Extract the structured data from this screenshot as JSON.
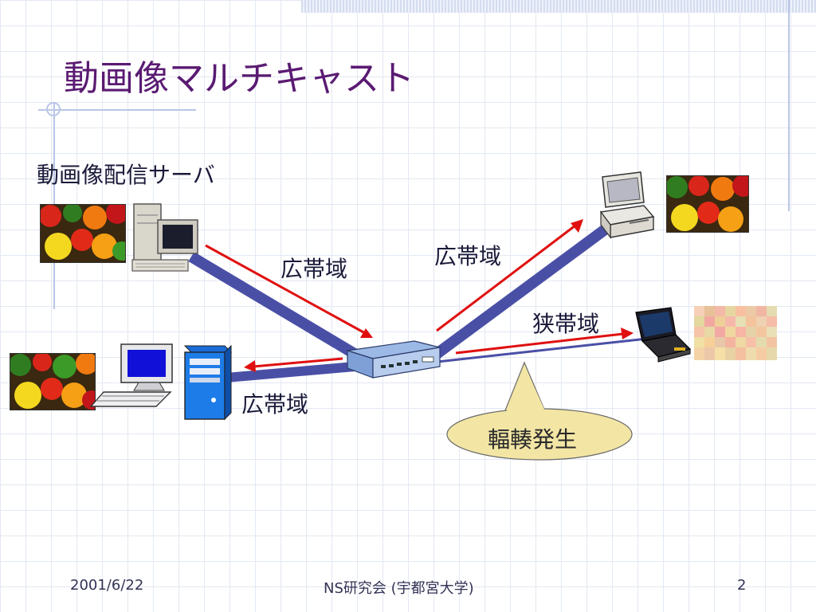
{
  "title": "動画像マルチキャスト",
  "labels": {
    "server": "動画像配信サーバ",
    "broadband_1": "広帯域",
    "broadband_2": "広帯域",
    "broadband_3": "広帯域",
    "narrowband": "狭帯域",
    "callout": "輻輳発生"
  },
  "footer": {
    "date": "2001/6/22",
    "center": "NS研究会 (宇都宮大学)",
    "page": "2"
  },
  "colors": {
    "title": "#5a1a72",
    "link_thick": "#4a4fa6",
    "flow_arrow": "#e01010",
    "callout_fill": "#f3e6a5"
  },
  "icons": [
    "desktop-server-icon",
    "desktop-client-icon",
    "tower-client-icon",
    "laptop-client-icon",
    "network-hub-icon",
    "vegetables-photo"
  ]
}
